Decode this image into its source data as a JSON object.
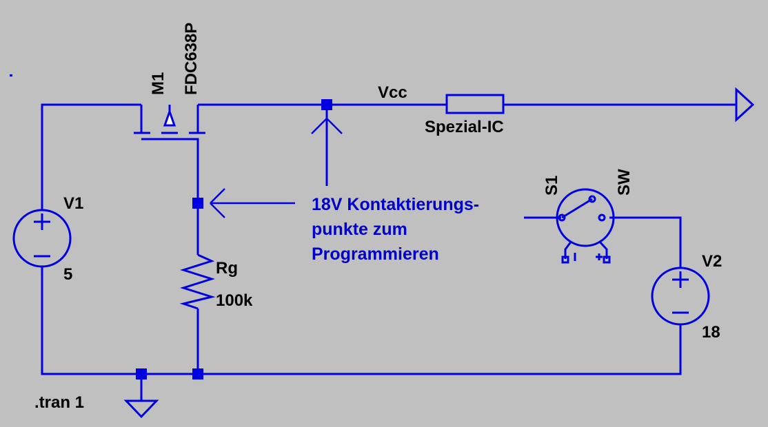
{
  "components": {
    "mosfet": {
      "ref": "M1",
      "model": "FDC638P"
    },
    "resistor_ic": {
      "label": "Spezial-IC"
    },
    "resistor_gate": {
      "ref": "Rg",
      "value": "100k"
    },
    "source_v1": {
      "ref": "V1",
      "value": "5"
    },
    "source_v2": {
      "ref": "V2",
      "value": "18"
    },
    "switch": {
      "ref": "S1",
      "model": "SW"
    }
  },
  "nets": {
    "supply": "Vcc"
  },
  "annotation": {
    "line1": "18V Kontaktierungs-",
    "line2": "punkte zum",
    "line3": "Programmieren"
  },
  "directive": ".tran 1",
  "colors": {
    "background": "#c0c0c0",
    "wire": "#0000e0",
    "annotation_text": "#0000c8",
    "label_text": "#000000"
  }
}
